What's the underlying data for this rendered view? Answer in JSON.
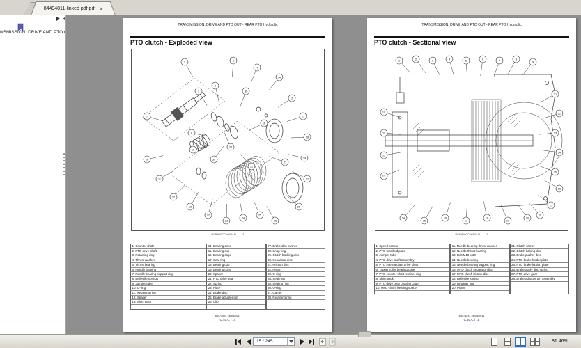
{
  "window": {
    "tab_title": "84494811-linked pdf.pdf",
    "close_label": "x"
  },
  "sidebar": {
    "bookmark_label": "NSMISSION, DRIVE AND PTO OU"
  },
  "pages": [
    {
      "header": "TRANSMISSION, DRIVE AND PTO OUT - REAR PTO Hydraulic",
      "title": "PTO clutch - Exploded view",
      "figure_caption": "RCPH10CCH000AAL",
      "figure_caption_num": "1",
      "footer_line1": "84474531 28/04/2011",
      "footer_line2": "C.40.C / 14",
      "figure_callout_numbers": [
        "2",
        "1",
        "4",
        "14",
        "5",
        "3",
        "6",
        "15",
        "7",
        "8",
        "9",
        "11",
        "10",
        "30",
        "20",
        "16",
        "12",
        "13",
        "22",
        "23",
        "24",
        "25",
        "26",
        "17",
        "18",
        "19",
        "27",
        "28",
        "31",
        "21"
      ],
      "parts_columns": [
        [
          "1. Counter shaft",
          "2. PTO drive shaft",
          "3. Retaining ring",
          "4. Thrust washer",
          "5. Thrust bearing",
          "6. Needle bearing",
          "7. Needle bearing support ring",
          "8. Belleville springs",
          "9. Jumper tube",
          "10. O-ring",
          "11. Retaining ring",
          "12. Spacer",
          "13. Shim pack"
        ],
        [
          "14. Bearing cone",
          "15. Bearing cup",
          "16. Bearing cage",
          "17. Seal ring",
          "18. Bearing cup",
          "19. Bearing cone",
          "20. Spacer",
          "21. PTO drive gear",
          "22. Spring",
          "23. Plate",
          "24. Brake disc",
          "25. Brake adjuster pin",
          "26. Clip"
        ],
        [
          "27. Brake disc pusher",
          "28. Snap ring",
          "29. Clutch backing disc",
          "30. Separator disc",
          "31. Friction disc",
          "32. Piston",
          "33. O-ring",
          "34. Seal ring",
          "35. Sealing ring",
          "36. O-ring",
          "37. Carrier",
          "38. Retaining ring"
        ]
      ]
    },
    {
      "header": "TRANSMISSION, DRIVE AND PTO OUT - REAR PTO Hydraulic",
      "title": "PTO clutch - Sectional view",
      "figure_caption": "RCPH10CCH000AAL",
      "figure_caption_num": "1",
      "footer_line1": "84474531 28/04/2011",
      "footer_line2": "C.40.C / 15",
      "figure_callout_numbers": [
        "1",
        "2",
        "3",
        "4",
        "5",
        "6",
        "7",
        "8",
        "9",
        "10",
        "11",
        "12",
        "13",
        "14",
        "15",
        "16",
        "17",
        "18",
        "19",
        "20",
        "21",
        "22",
        "23",
        "24",
        "25",
        "26",
        "27",
        "28"
      ],
      "parts_columns": [
        [
          "1. Speed sensor",
          "2. PTO manifold plate",
          "3. Jumper tube",
          "4. PTO drive shaft assembly",
          "5. PTO intermediate drive shaft",
          "6. Tapper roller bearing/cone",
          "7. PTO counter shaft retainer ring",
          "8. Shim pack",
          "9. PTO drive gear bearing cage",
          "10. MFD clutch bearing spacer"
        ],
        [
          "11. Needle bearing thrust washer",
          "12. Needle thrust bearing",
          "13. Bolt M10 x 30",
          "14. Needle bearing",
          "15. Needle bearing support ring",
          "16. MFD clutch separator disc",
          "17. MFD clutch friction disc",
          "18. Belleville spring",
          "19. Retainer ring",
          "20. Piston"
        ],
        [
          "21. Clutch carrier",
          "22. Clutch baking disc",
          "23. Brake pusher disc",
          "24. PTO brake holder plate",
          "25. PTO brake friction plate",
          "26. Brake apply disc spring",
          "27. PTO drive gear",
          "28. Brake adjuster pin assembly"
        ]
      ]
    }
  ],
  "toolbar": {
    "page_field": "15 / 245",
    "zoom_level": "81.46%"
  },
  "colors": {
    "selection_blue": "#316ac5",
    "selection_fill": "#cfe0f7",
    "viewer_background": "#8f8f8f",
    "bookmark_icon": "#5b5bb0"
  }
}
